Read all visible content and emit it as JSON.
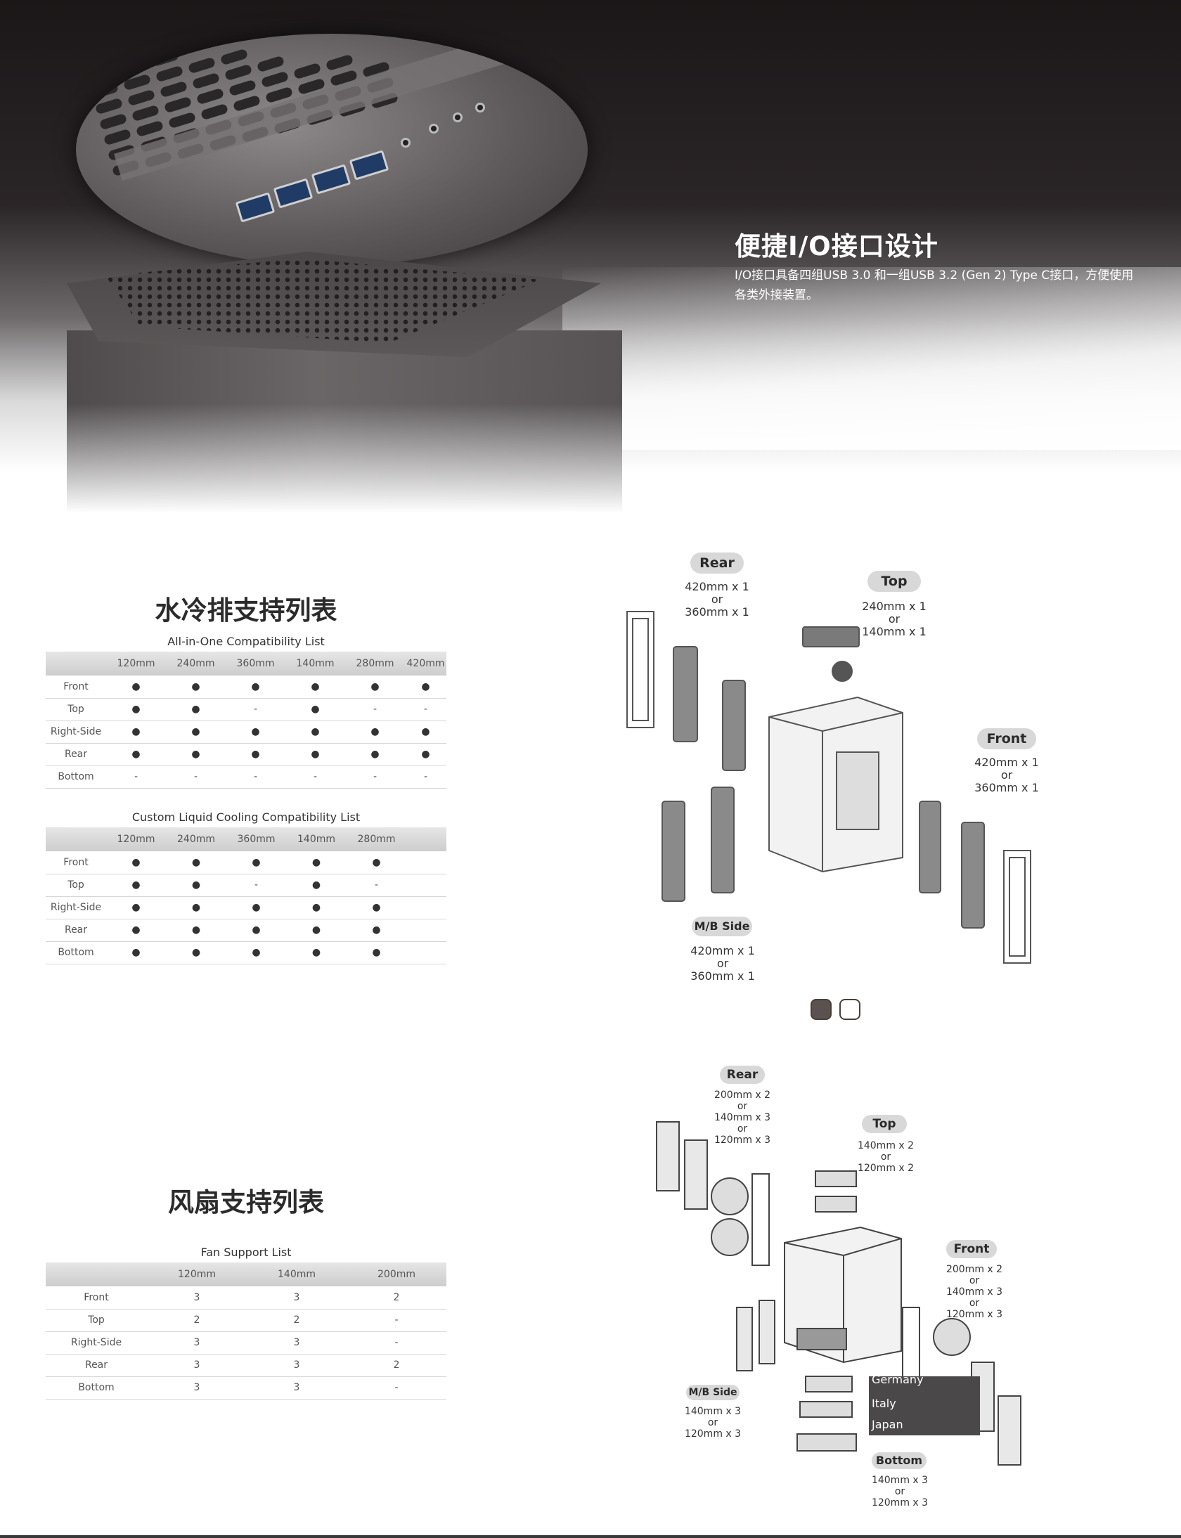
{
  "hero": {
    "title": "便捷I/O接口设计",
    "description": "I/O接口具备四组USB 3.0 和一组USB 3.2 (Gen 2) Type C接口，方便使用各类外接装置。"
  },
  "radiator": {
    "title": "水冷排支持列表",
    "aio": {
      "caption": "All-in-One Compatibility List",
      "columns": [
        "",
        "120mm",
        "240mm",
        "360mm",
        "140mm",
        "280mm",
        "420mm"
      ],
      "rows": [
        [
          "Front",
          "●",
          "●",
          "●",
          "●",
          "●",
          "●"
        ],
        [
          "Top",
          "●",
          "●",
          "-",
          "●",
          "-",
          "-"
        ],
        [
          "Right-Side",
          "●",
          "●",
          "●",
          "●",
          "●",
          "●"
        ],
        [
          "Rear",
          "●",
          "●",
          "●",
          "●",
          "●",
          "●"
        ],
        [
          "Bottom",
          "-",
          "-",
          "-",
          "-",
          "-",
          "-"
        ]
      ]
    },
    "custom": {
      "caption": "Custom Liquid Cooling Compatibility List",
      "columns": [
        "",
        "120mm",
        "240mm",
        "360mm",
        "140mm",
        "280mm",
        ""
      ],
      "rows": [
        [
          "Front",
          "●",
          "●",
          "●",
          "●",
          "●",
          ""
        ],
        [
          "Top",
          "●",
          "●",
          "-",
          "●",
          "-",
          ""
        ],
        [
          "Right-Side",
          "●",
          "●",
          "●",
          "●",
          "●",
          ""
        ],
        [
          "Rear",
          "●",
          "●",
          "●",
          "●",
          "●",
          ""
        ],
        [
          "Bottom",
          "●",
          "●",
          "●",
          "●",
          "●",
          ""
        ]
      ]
    },
    "diagram": {
      "rear": {
        "label": "Rear",
        "lines": [
          "420mm x 1",
          "or",
          "360mm x 1"
        ]
      },
      "top": {
        "label": "Top",
        "lines": [
          "240mm x 1",
          "or",
          "140mm x 1"
        ]
      },
      "front": {
        "label": "Front",
        "lines": [
          "420mm x 1",
          "or",
          "360mm x 1"
        ]
      },
      "mb": {
        "label": "M/B Side",
        "lines": [
          "420mm x 1",
          "or",
          "360mm x 1"
        ]
      }
    }
  },
  "fan": {
    "title": "风扇支持列表",
    "caption": "Fan Support List",
    "columns": [
      "",
      "120mm",
      "140mm",
      "200mm"
    ],
    "rows": [
      [
        "Front",
        "3",
        "3",
        "2"
      ],
      [
        "Top",
        "2",
        "2",
        "-"
      ],
      [
        "Right-Side",
        "3",
        "3",
        "-"
      ],
      [
        "Rear",
        "3",
        "3",
        "2"
      ],
      [
        "Bottom",
        "3",
        "3",
        "-"
      ]
    ],
    "diagram": {
      "rear": {
        "label": "Rear",
        "lines": [
          "200mm x 2",
          "or",
          "140mm x 3",
          "or",
          "120mm x 3"
        ]
      },
      "top": {
        "label": "Top",
        "lines": [
          "140mm x 2",
          "or",
          "120mm x 2"
        ]
      },
      "front": {
        "label": "Front",
        "lines": [
          "200mm x 2",
          "or",
          "140mm x 3",
          "or",
          "120mm x 3"
        ]
      },
      "mb": {
        "label": "M/B Side",
        "lines": [
          "140mm x 3",
          "or",
          "120mm x 3"
        ]
      },
      "bottom": {
        "label": "Bottom",
        "lines": [
          "140mm x 3",
          "or",
          "120mm x 3"
        ]
      }
    }
  },
  "country_dropdown": {
    "options": [
      "Germany",
      "Italy",
      "Japan"
    ]
  },
  "colors": {
    "dropdown_bg": "#4a4848",
    "carousel_active": "#5a5150",
    "header_gradient_top": "#e6e6e6",
    "header_gradient_bottom": "#cdcdcd"
  }
}
